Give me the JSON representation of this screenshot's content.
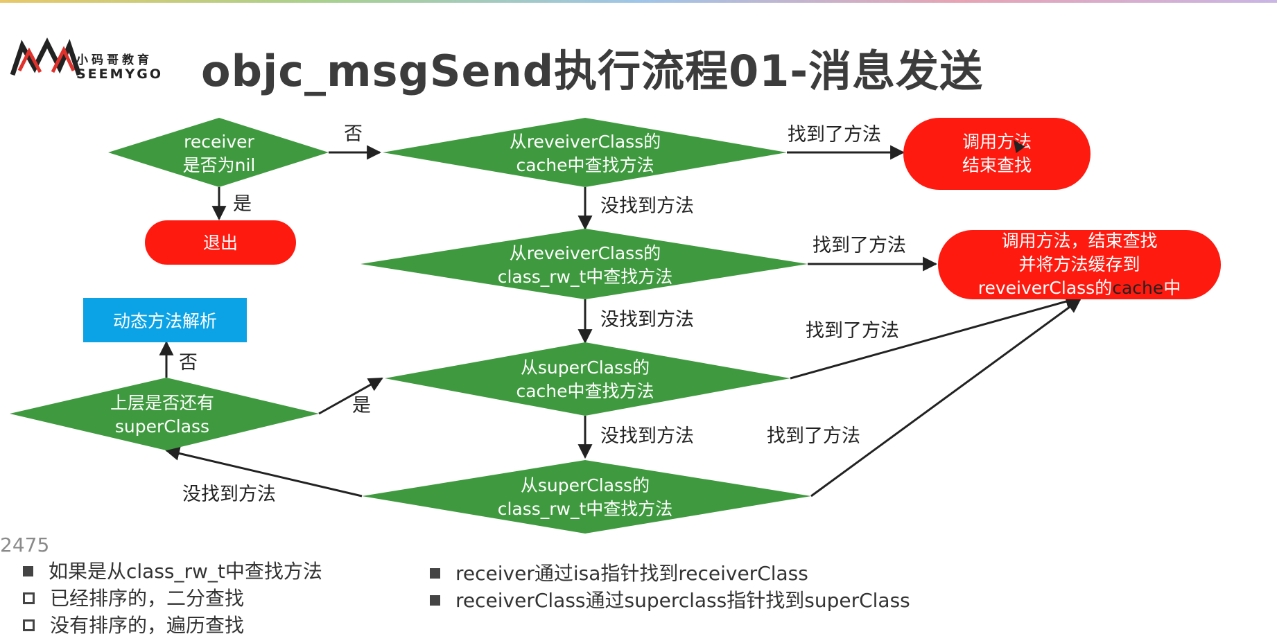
{
  "header": {
    "logo_cn": "小码哥教育",
    "logo_en": "SEEMYGO",
    "title": "objc_msgSend执行流程01-消息发送"
  },
  "colors": {
    "decision_green": "#3f9a3f",
    "terminal_red": "#ff1a10",
    "box_blue": "#0ba3e6",
    "arrow": "#222222"
  },
  "flow": {
    "decision_receiver": [
      "receiver",
      "是否为nil"
    ],
    "decision_cache": [
      "从reveiverClass的",
      "cache中查找方法"
    ],
    "decision_rw": [
      "从reveiverClass的",
      "class_rw_t中查找方法"
    ],
    "decision_super_cache": [
      "从superClass的",
      "cache中查找方法"
    ],
    "decision_super_rw": [
      "从superClass的",
      "class_rw_t中查找方法"
    ],
    "decision_has_super": [
      "上层是否还有",
      "superClass"
    ],
    "end_exit": "退出",
    "end_call": [
      "调用方法",
      "结束查找"
    ],
    "end_call_cache": [
      "调用方法，结束查找",
      "并将方法缓存到",
      "reveiverClass的",
      "cache",
      "中"
    ],
    "box_dynamic": "动态方法解析",
    "labels": {
      "no_1": "否",
      "yes_1": "是",
      "found_1": "找到了方法",
      "notfound_1": "没找到方法",
      "found_2": "找到了方法",
      "notfound_2": "没找到方法",
      "found_3": "找到了方法",
      "notfound_3": "没找到方法",
      "found_4": "找到了方法",
      "notfound_4": "没找到方法",
      "yes_2": "是",
      "no_2": "否"
    }
  },
  "counter": "2475",
  "notes_left": [
    {
      "marker": "filled",
      "text": "如果是从class_rw_t中查找方法"
    },
    {
      "marker": "hollow",
      "text": "已经排序的，二分查找"
    },
    {
      "marker": "hollow",
      "text": "没有排序的，遍历查找"
    }
  ],
  "notes_right": [
    {
      "marker": "filled",
      "text": "receiver通过isa指针找到receiverClass"
    },
    {
      "marker": "filled",
      "text": "receiverClass通过superclass指针找到superClass"
    }
  ]
}
